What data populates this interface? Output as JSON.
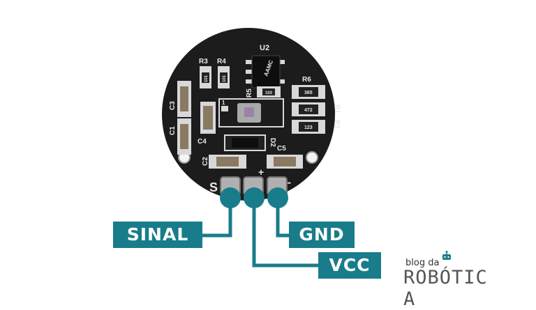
{
  "board": {
    "silkscreen": {
      "u2": "U2",
      "chip_code": "AAMC",
      "r3": "R3",
      "r4": "R4",
      "r5": "R5",
      "r6": "R6",
      "r1": "R1",
      "r2": "R2",
      "c1": "C1",
      "c2": "C2",
      "c3": "C3",
      "c4": "C4",
      "c5": "C5",
      "d2": "D2",
      "s": "S",
      "plus": "+",
      "minus": "−"
    },
    "resistor_codes": {
      "r3": "101",
      "r4": "101",
      "r5": "103",
      "r6": "365",
      "r1": "472",
      "r2": "123"
    }
  },
  "pins": {
    "signal": "SINAL",
    "vcc": "VCC",
    "gnd": "GND"
  },
  "brand": {
    "top": "blog da",
    "main": "ROBÓTIC A"
  },
  "colors": {
    "accent": "#197c8a",
    "board": "#1c1c1c",
    "silkscreen": "#e8e8e8"
  }
}
